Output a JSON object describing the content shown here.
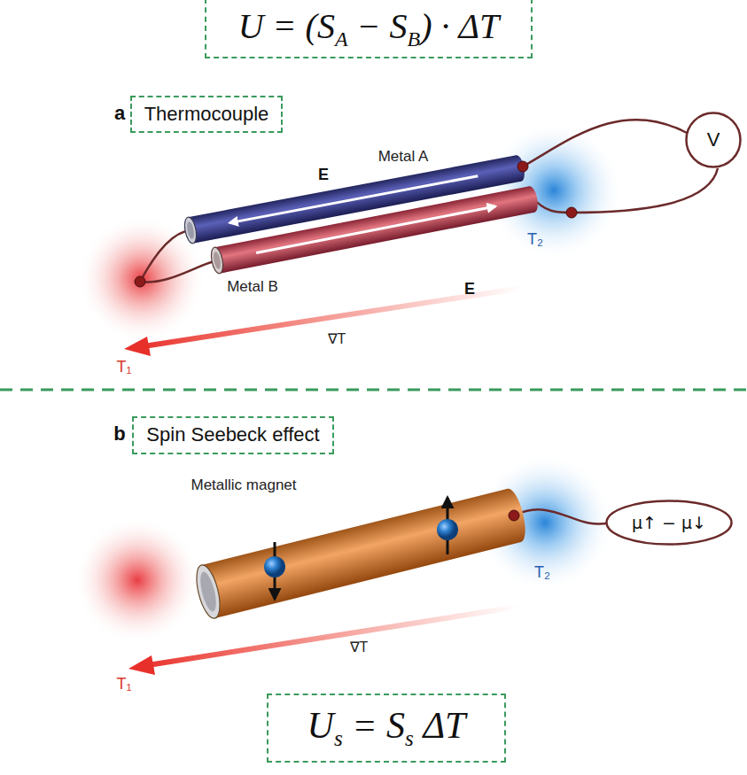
{
  "diagram": {
    "nodes": [
      {
        "text": [
          "U = (SA − SB) · ΔT"
        ]
      },
      {
        "text": [
          "Thermocouple"
        ]
      },
      {
        "text": [
          "V"
        ]
      },
      {
        "text": [
          "Spin Seebeck effect"
        ]
      },
      {
        "text": [
          "μ↑ − μ↓"
        ]
      },
      {
        "text": [
          "Us = Ss ΔT"
        ]
      }
    ],
    "labels": [
      "a",
      "Metal A",
      "E",
      "Metal B",
      "E",
      "T₂",
      "T₁",
      "∇T",
      "b",
      "Metallic magnet",
      "T₂",
      "T₁",
      "∇T"
    ]
  }
}
